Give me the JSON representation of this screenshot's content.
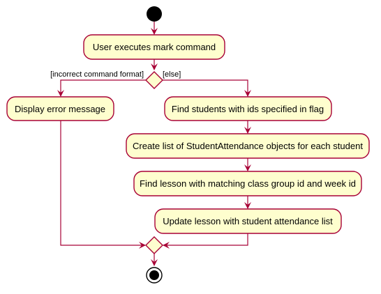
{
  "colors": {
    "node_fill": "#FEFECE",
    "node_border": "#A80036",
    "edge": "#A80036",
    "start_fill": "#000000",
    "text": "#000000"
  },
  "nodes": {
    "start": "start",
    "execute": "User executes mark command",
    "decision": "decision",
    "error": "Display error message",
    "find_students": "Find students with ids specified in flag",
    "create_list": "Create list of StudentAttendance objects for each student",
    "find_lesson": "Find lesson with matching class group id and week id",
    "update_lesson": "Update lesson with student attendance list",
    "merge": "merge",
    "end": "end"
  },
  "guards": {
    "incorrect": "[incorrect command format]",
    "else": "[else]"
  },
  "edges": [
    {
      "from": "start",
      "to": "execute"
    },
    {
      "from": "execute",
      "to": "decision"
    },
    {
      "from": "decision",
      "to": "error",
      "guard": "incorrect"
    },
    {
      "from": "decision",
      "to": "find_students",
      "guard": "else"
    },
    {
      "from": "find_students",
      "to": "create_list"
    },
    {
      "from": "create_list",
      "to": "find_lesson"
    },
    {
      "from": "find_lesson",
      "to": "update_lesson"
    },
    {
      "from": "error",
      "to": "merge"
    },
    {
      "from": "update_lesson",
      "to": "merge"
    },
    {
      "from": "merge",
      "to": "end"
    }
  ]
}
